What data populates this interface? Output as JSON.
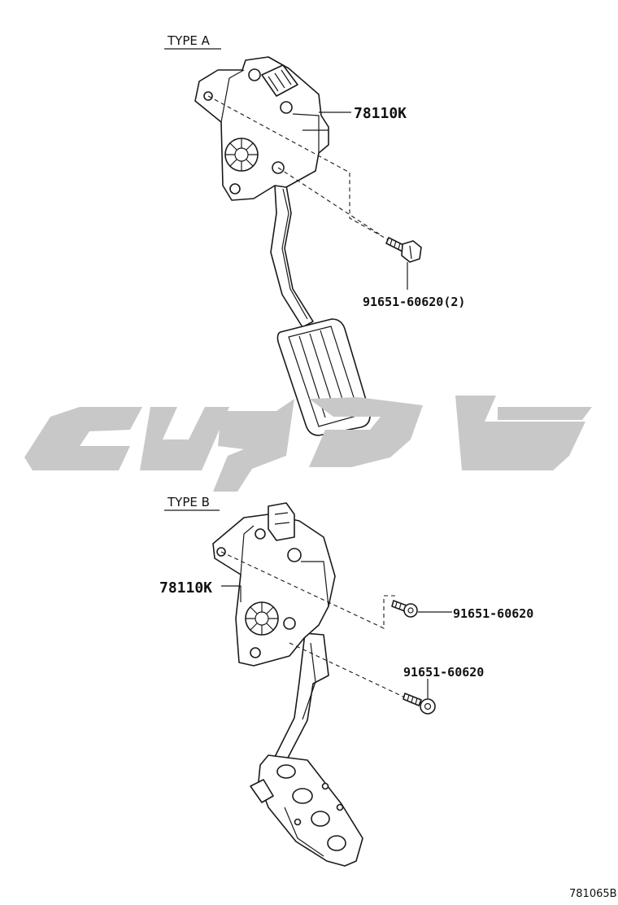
{
  "diagram": {
    "type_a": {
      "heading": "TYPE A",
      "pedal_part_no": "78110K",
      "bolt_part_no": "91651-60620(2)"
    },
    "type_b": {
      "heading": "TYPE B",
      "pedal_part_no": "78110K",
      "bolt_upper_part_no": "91651-60620",
      "bolt_lower_part_no": "91651-60620"
    },
    "figure_id": "781065B"
  },
  "colors": {
    "line": "#1a1a1a",
    "watermark": "#c8c8c8",
    "background": "#ffffff"
  }
}
